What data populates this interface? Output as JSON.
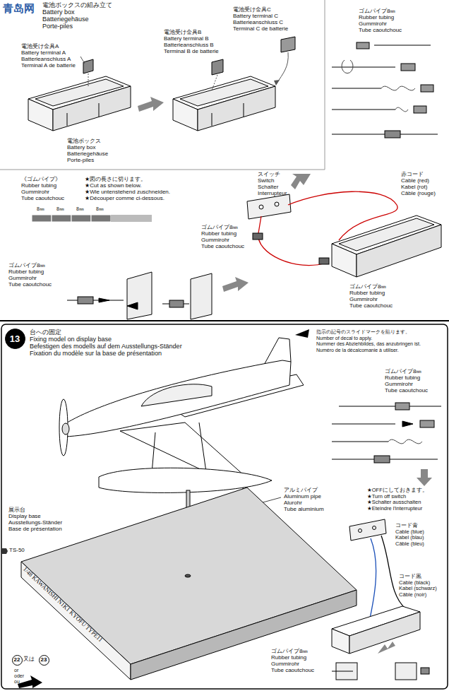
{
  "diagram": {
    "nodes": [
      {
        "text": [
          "13"
        ]
      },
      {
        "text": [
          "22"
        ]
      },
      {
        "text": [
          "23"
        ]
      }
    ],
    "labels": [
      "青岛网",
      "電池ボックスの組み立て",
      "Battery box",
      "Batteriegehäuse",
      "Porte-piles",
      "電池受け金具A",
      "Battery terminal A",
      "Batterieanschluss A",
      "Terminal A de batterie",
      "電池受け金具B",
      "Battery terminal B",
      "Batterieanschluss B",
      "Terminal B de batterie",
      "電池受け金具C",
      "Battery terminal C",
      "Batterieanschluss C",
      "Terminal C de batterie",
      "電池ボックス",
      "Battery box",
      "Batteriegehäuse",
      "Porte-piles",
      "ゴムパイプ8㎜",
      "Rubber tubing",
      "Gummirohr",
      "Tube caoutchouc",
      "《ゴムパイプ》",
      "Rubber tubing",
      "Gummirohr",
      "Tube caoutchouc",
      "★図の長さに切ります。",
      "★Cut as shown below.",
      "★Wie untenstehend zuschneiden.",
      "★Découper comme ci-dessous.",
      "8㎜",
      "8㎜",
      "8㎜",
      "8㎜",
      "ゴムパイプ8㎜",
      "Rubber tubing",
      "Gummirohr",
      "Tube caoutchouc",
      "スイッチ",
      "Switch",
      "Schalter",
      "Interrupteur",
      "ゴムパイプ8㎜",
      "Rubber tubing",
      "Gummirohr",
      "Tube caoutchouc",
      "赤コード",
      "Cable (red)",
      "Kabel (rot)",
      "Câble (rouge)",
      "ゴムパイプ8㎜",
      "Rubber tubing",
      "Gummirohr",
      "Tube caoutchouc",
      "台への固定",
      "Fixing model on display base",
      "Befestigen des modells auf dem Ausstellungs-Ständer",
      "Fixation du modèle sur la base de présentation",
      "指示の記号のスライドマークを貼ります。",
      "Number of decal to apply.",
      "Nummer des Abziehbildes, das anzubringen ist.",
      "Numéro de la décalcomanie à utiliser.",
      "ゴムパイプ8㎜",
      "Rubber tubing",
      "Gummirohr",
      "Tube caoutchouc",
      "アルミパイプ",
      "Aluminum pipe",
      "Alurohr",
      "Tube aluminium",
      "展示台",
      "Display base",
      "Ausstellungs-Ständer",
      "Base de présentation",
      "TS-50",
      "1/48 KAWANISHI N1K1 KYOFU TYPE11",
      "又は",
      "or",
      "oder",
      "ou",
      "★OFFにしておきます。",
      "★Turn off switch",
      "★Schalter ausschalten",
      "★Eteindre l'interrupteur",
      "コード青",
      "Cable (blue)",
      "Kabel (blau)",
      "Câble (bleu)",
      "コード黒",
      "Cable (black)",
      "Kabel (schwarz)",
      "Câble (noir)",
      "ゴムパイプ8㎜",
      "Rubber tubing",
      "Gummirohr",
      "Tube caoutchouc"
    ]
  }
}
